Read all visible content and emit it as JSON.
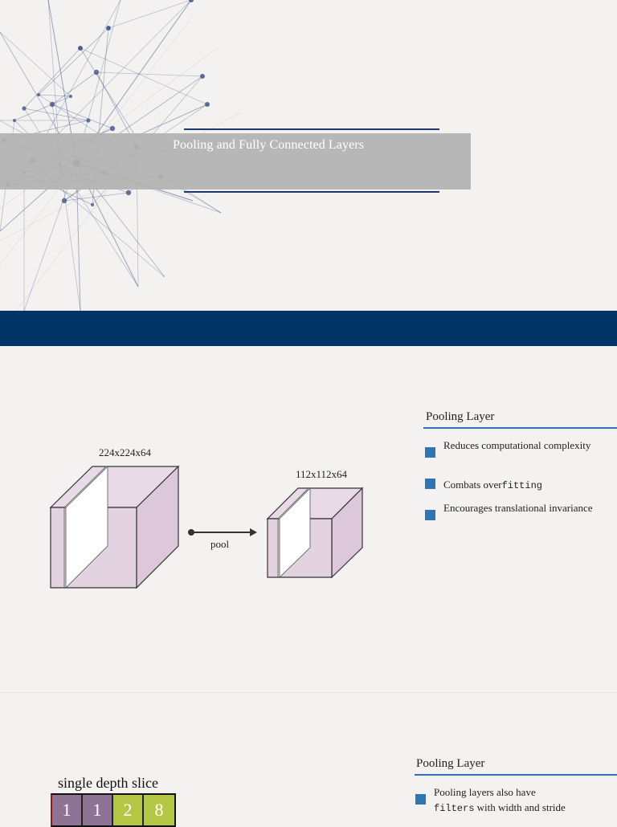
{
  "slide1": {
    "title": "Pooling and Fully Connected Layers",
    "colors": {
      "band": "#b2b2b2",
      "navy": "#003366",
      "network": "#4a5e8c"
    }
  },
  "slide2": {
    "input_dims": "224x224x64",
    "output_dims": "112x112x64",
    "operation": "pool",
    "panel": {
      "title": "Pooling Layer",
      "bullets": [
        {
          "text": "Reduces computational complexity"
        },
        {
          "pre": "Combats over",
          "mono": "fitting",
          "post": ""
        },
        {
          "text": "Encourages translational invariance"
        }
      ]
    },
    "colors": {
      "cube_fill": "#e3d3e1",
      "cube_edge": "#333333",
      "bullet": "#2e75b6",
      "rule": "#2e6fb5"
    }
  },
  "slide3": {
    "slice_label": "single depth slice",
    "cells": [
      {
        "value": "1",
        "color": "#8e7395"
      },
      {
        "value": "1",
        "color": "#8e7395"
      },
      {
        "value": "2",
        "color": "#b4c744"
      },
      {
        "value": "8",
        "color": "#b4c744"
      }
    ],
    "panel": {
      "title": "Pooling Layer",
      "bullet_pre": "Pooling layers also have",
      "bullet_mono": "filters",
      "bullet_post": "with width and stride"
    }
  }
}
